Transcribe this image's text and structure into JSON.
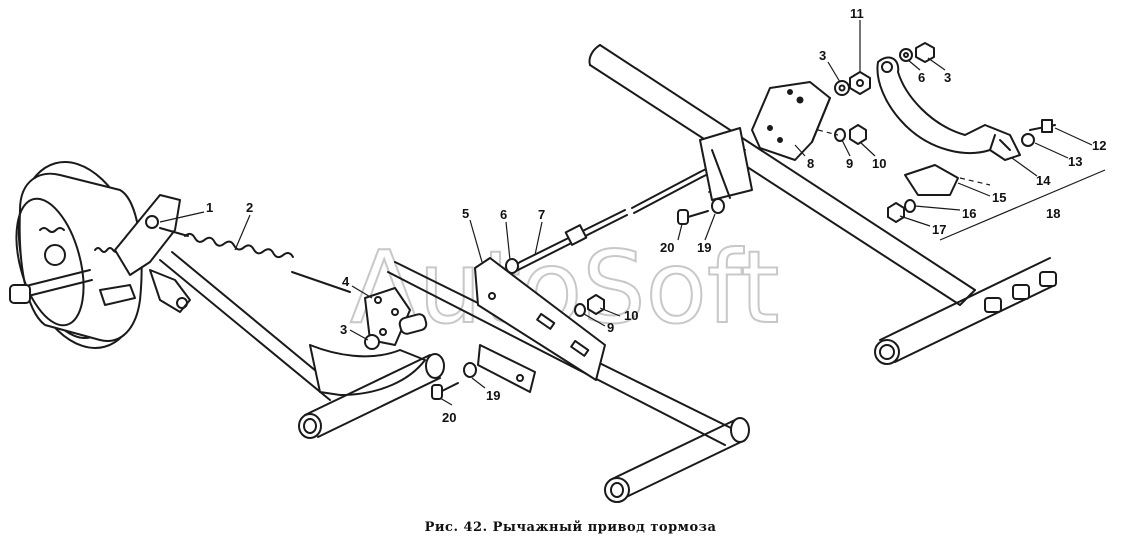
{
  "caption": "Рис. 42. Рычажный привод тормоза",
  "watermark": "AutoSoft",
  "part_labels": {
    "l1": "1",
    "l2": "2",
    "l3a": "3",
    "l3b": "3",
    "l3c": "3",
    "l4": "4",
    "l5": "5",
    "l6a": "6",
    "l6b": "6",
    "l7": "7",
    "l8": "8",
    "l9a": "9",
    "l9b": "9",
    "l10a": "10",
    "l10b": "10",
    "l11": "11",
    "l12": "12",
    "l13": "13",
    "l14": "14",
    "l15": "15",
    "l16": "16",
    "l17": "17",
    "l18": "18",
    "l19a": "19",
    "l19b": "19",
    "l20a": "20",
    "l20b": "20"
  }
}
